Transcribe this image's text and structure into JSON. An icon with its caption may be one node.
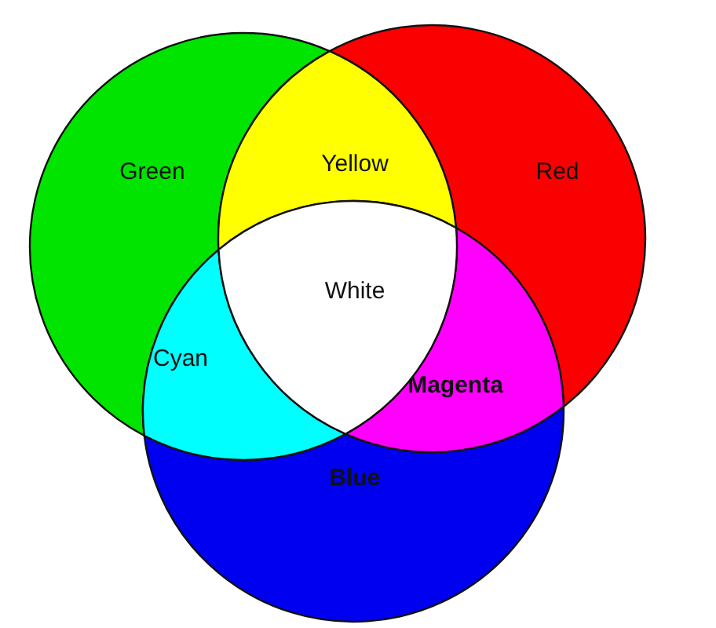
{
  "diagram": {
    "nodes": [
      {
        "text": [
          "Green"
        ]
      },
      {
        "text": [
          "Red"
        ]
      },
      {
        "text": [
          "Yellow"
        ]
      },
      {
        "text": [
          "Blue"
        ]
      },
      {
        "text": [
          "Cyan"
        ]
      },
      {
        "text": [
          "Magenta"
        ]
      },
      {
        "text": [
          "White"
        ]
      }
    ]
  }
}
